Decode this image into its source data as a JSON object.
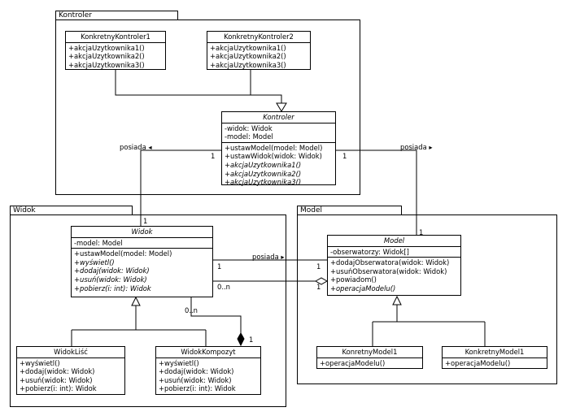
{
  "packages": {
    "kontroler": "Kontroler",
    "widok": "Widok",
    "model": "Model"
  },
  "classes": {
    "kk1": {
      "name": "KonkretnyKontroler1",
      "operations": [
        "+akcjaUzytkownika1()",
        "+akcjaUzytkownika2()",
        "+akcjaUzytkownika3()"
      ]
    },
    "kk2": {
      "name": "KonkretnyKontroler2",
      "operations": [
        "+akcjaUzytkownika1()",
        "+akcjaUzytkownika2()",
        "+akcjaUzytkownika3()"
      ]
    },
    "kontroler": {
      "name": "Kontroler",
      "attributes": [
        "-widok: Widok",
        "-model: Model"
      ],
      "operations": [
        "+ustawModel(model: Model)",
        "+ustawWidok(widok: Widok)",
        "+akcjaUzytkownika1()",
        "+akcjaUzytkownika2()",
        "+akcjaUzytkownika3()"
      ]
    },
    "widok": {
      "name": "Widok",
      "attributes": [
        "-model: Model"
      ],
      "operations": [
        "+ustawModel(model: Model)",
        "+wyświetl()",
        "+dodaj(widok: Widok)",
        "+usuń(widok: Widok)",
        "+pobierz(i: int): Widok"
      ]
    },
    "widokLisc": {
      "name": "WidokLiść",
      "operations": [
        "+wyświetl()",
        "+dodaj(widok: Widok)",
        "+usuń(widok: Widok)",
        "+pobierz(i: int): Widok"
      ]
    },
    "widokKompozyt": {
      "name": "WidokKompozyt",
      "operations": [
        "+wyświetl()",
        "+dodaj(widok: Widok)",
        "+usuń(widok: Widok)",
        "+pobierz(i: int): Widok"
      ]
    },
    "model": {
      "name": "Model",
      "attributes": [
        "-obserwatorzy: Widok[]"
      ],
      "operations": [
        "+dodajObserwatora(widok: Widok)",
        "+usuńObserwatora(widok: Widok)",
        "+powiadom()",
        "+operacjaModelu()"
      ]
    },
    "km1a": {
      "name": "KonretnyModel1",
      "operations": [
        "+operacjaModelu()"
      ]
    },
    "km1b": {
      "name": "KonkretnyModel1",
      "operations": [
        "+operacjaModelu()"
      ]
    }
  },
  "labels": {
    "posiada_kw": "posiada",
    "posiada_km": "posiada",
    "posiada_wm": "posiada",
    "arrow_left": "◂",
    "arrow_right": "▸",
    "m_kw_top": "1",
    "m_kw_bottom": "1",
    "m_km_top": "1",
    "m_km_bottom": "1",
    "m_wm_left": "1",
    "m_wm_right": "1",
    "m_obs_left": "0..n",
    "m_obs_right": "1",
    "m_comp_left": "0..n",
    "m_comp_right": "1"
  }
}
